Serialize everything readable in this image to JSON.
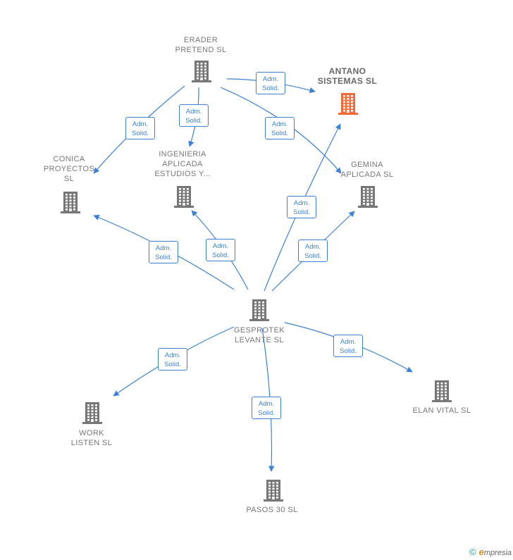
{
  "colors": {
    "edge": "#3b82d6",
    "building": "#777777",
    "focus_building": "#f26b3a"
  },
  "nodes": [
    {
      "id": "erader",
      "label": "ERADER\nPRETEND  SL",
      "icon": "building-icon"
    },
    {
      "id": "antano",
      "label": "ANTANO\nSISTEMAS  SL",
      "icon": "building-icon",
      "focus": true
    },
    {
      "id": "conica",
      "label": "CONICA\nPROYECTOS\nSL",
      "icon": "building-icon"
    },
    {
      "id": "ingenieria",
      "label": "INGENIERIA\nAPLICADA\nESTUDIOS Y...",
      "icon": "building-icon"
    },
    {
      "id": "gemina",
      "label": "GEMINA\nAPLICADA  SL",
      "icon": "building-icon"
    },
    {
      "id": "gesprotek",
      "label": "GESPROTEK\nLEVANTE  SL",
      "icon": "building-icon"
    },
    {
      "id": "work",
      "label": "WORK\nLISTEN  SL",
      "icon": "building-icon"
    },
    {
      "id": "elan",
      "label": "ELAN VITAL  SL",
      "icon": "building-icon"
    },
    {
      "id": "pasos",
      "label": "PASOS 30  SL",
      "icon": "building-icon"
    }
  ],
  "relations": [
    {
      "from": "erader",
      "to": "antano",
      "line1": "Adm.",
      "line2": "Solid."
    },
    {
      "from": "erader",
      "to": "conica",
      "line1": "Adm.",
      "line2": "Solid."
    },
    {
      "from": "erader",
      "to": "ingenieria",
      "line1": "Adm.",
      "line2": "Solid."
    },
    {
      "from": "erader",
      "to": "gemina",
      "line1": "Adm.",
      "line2": "Solid."
    },
    {
      "from": "gesprotek",
      "to": "conica",
      "line1": "Adm.",
      "line2": "Solid."
    },
    {
      "from": "gesprotek",
      "to": "ingenieria",
      "line1": "Adm.",
      "line2": "Solid."
    },
    {
      "from": "gesprotek",
      "to": "antano",
      "line1": "Adm.",
      "line2": "Solid."
    },
    {
      "from": "gesprotek",
      "to": "gemina",
      "line1": "Adm.",
      "line2": "Solid."
    },
    {
      "from": "gesprotek",
      "to": "work",
      "line1": "Adm.",
      "line2": "Solid."
    },
    {
      "from": "gesprotek",
      "to": "pasos",
      "line1": "Adm.",
      "line2": "Solid."
    },
    {
      "from": "gesprotek",
      "to": "elan",
      "line1": "Adm.",
      "line2": "Solid."
    }
  ],
  "footer": {
    "copyright": "©",
    "brand_initial": "e",
    "brand_rest": "mpresia"
  }
}
